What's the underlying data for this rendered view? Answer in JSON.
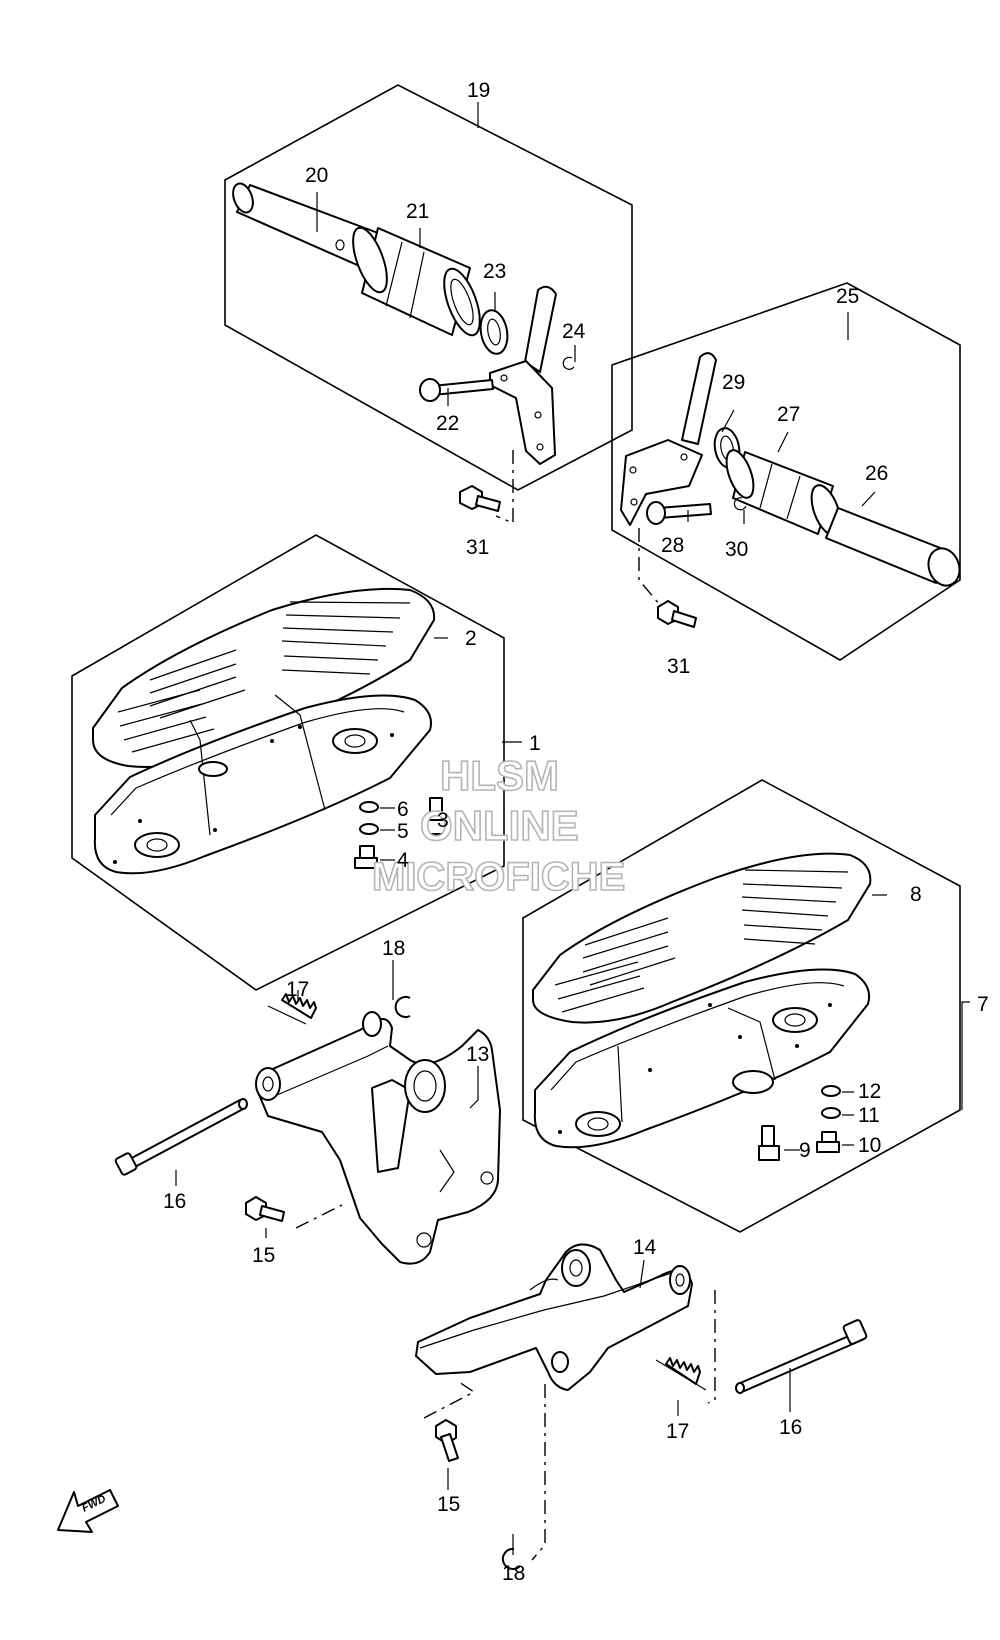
{
  "watermark": {
    "line1": "HLSM",
    "line2": "ONLINE",
    "line3": "MICROFICHE"
  },
  "fwd_label": "FWD",
  "callouts": [
    {
      "id": "c19",
      "text": "19"
    },
    {
      "id": "c20",
      "text": "20"
    },
    {
      "id": "c21",
      "text": "21"
    },
    {
      "id": "c23",
      "text": "23"
    },
    {
      "id": "c24",
      "text": "24"
    },
    {
      "id": "c22",
      "text": "22"
    },
    {
      "id": "c31a",
      "text": "31"
    },
    {
      "id": "c25",
      "text": "25"
    },
    {
      "id": "c29",
      "text": "29"
    },
    {
      "id": "c27",
      "text": "27"
    },
    {
      "id": "c26",
      "text": "26"
    },
    {
      "id": "c28",
      "text": "28"
    },
    {
      "id": "c30",
      "text": "30"
    },
    {
      "id": "c31b",
      "text": "31"
    },
    {
      "id": "c2",
      "text": "2"
    },
    {
      "id": "c1",
      "text": "1"
    },
    {
      "id": "c6",
      "text": "6"
    },
    {
      "id": "c5",
      "text": "5"
    },
    {
      "id": "c4",
      "text": "4"
    },
    {
      "id": "c3",
      "text": "3"
    },
    {
      "id": "c8",
      "text": "8"
    },
    {
      "id": "c7",
      "text": "7"
    },
    {
      "id": "c12",
      "text": "12"
    },
    {
      "id": "c11",
      "text": "11"
    },
    {
      "id": "c10",
      "text": "10"
    },
    {
      "id": "c9",
      "text": "9"
    },
    {
      "id": "c18a",
      "text": "18"
    },
    {
      "id": "c17a",
      "text": "17"
    },
    {
      "id": "c13",
      "text": "13"
    },
    {
      "id": "c16a",
      "text": "16"
    },
    {
      "id": "c15a",
      "text": "15"
    },
    {
      "id": "c14",
      "text": "14"
    },
    {
      "id": "c16b",
      "text": "16"
    },
    {
      "id": "c17b",
      "text": "17"
    },
    {
      "id": "c15b",
      "text": "15"
    },
    {
      "id": "c18b",
      "text": "18"
    }
  ]
}
